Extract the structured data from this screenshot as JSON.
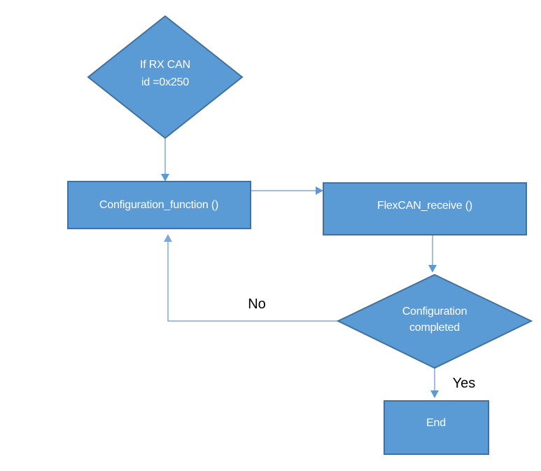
{
  "diagram": {
    "type": "flowchart",
    "colors": {
      "background": "#ffffff",
      "shape_fill": "#5b9bd5",
      "shape_border": "#41719c",
      "connector": "#7fa8d9",
      "arrowhead": "#5b9bd5",
      "shape_text": "#ffffff",
      "edge_label_text": "#000000"
    },
    "nodes": {
      "rx_can_decision": {
        "shape": "diamond",
        "text_line1": "If RX CAN",
        "text_line2": "id =0x250"
      },
      "configuration_function": {
        "shape": "rectangle",
        "label": "Configuration_function ()"
      },
      "flexcan_receive": {
        "shape": "rectangle",
        "label": "FlexCAN_receive ()"
      },
      "configuration_completed": {
        "shape": "diamond",
        "text_line1": "Configuration",
        "text_line2": "completed"
      },
      "end_node": {
        "shape": "rectangle",
        "label": "End"
      }
    },
    "edges": {
      "no_label": "No",
      "yes_label": "Yes"
    }
  }
}
